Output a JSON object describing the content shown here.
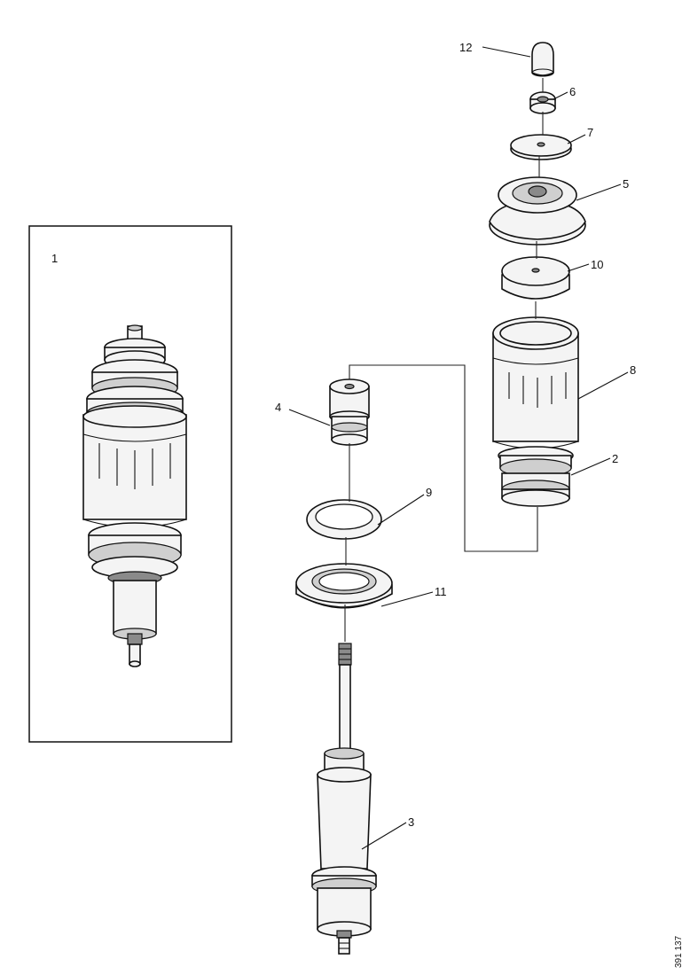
{
  "diagram": {
    "inset_label": "1",
    "callouts": [
      {
        "id": "12",
        "label": "12"
      },
      {
        "id": "6",
        "label": "6"
      },
      {
        "id": "7",
        "label": "7"
      },
      {
        "id": "5",
        "label": "5"
      },
      {
        "id": "10",
        "label": "10"
      },
      {
        "id": "8",
        "label": "8"
      },
      {
        "id": "4",
        "label": "4"
      },
      {
        "id": "2",
        "label": "2"
      },
      {
        "id": "9",
        "label": "9"
      },
      {
        "id": "11",
        "label": "11"
      },
      {
        "id": "3",
        "label": "3"
      }
    ],
    "reference_code": "391 137"
  }
}
